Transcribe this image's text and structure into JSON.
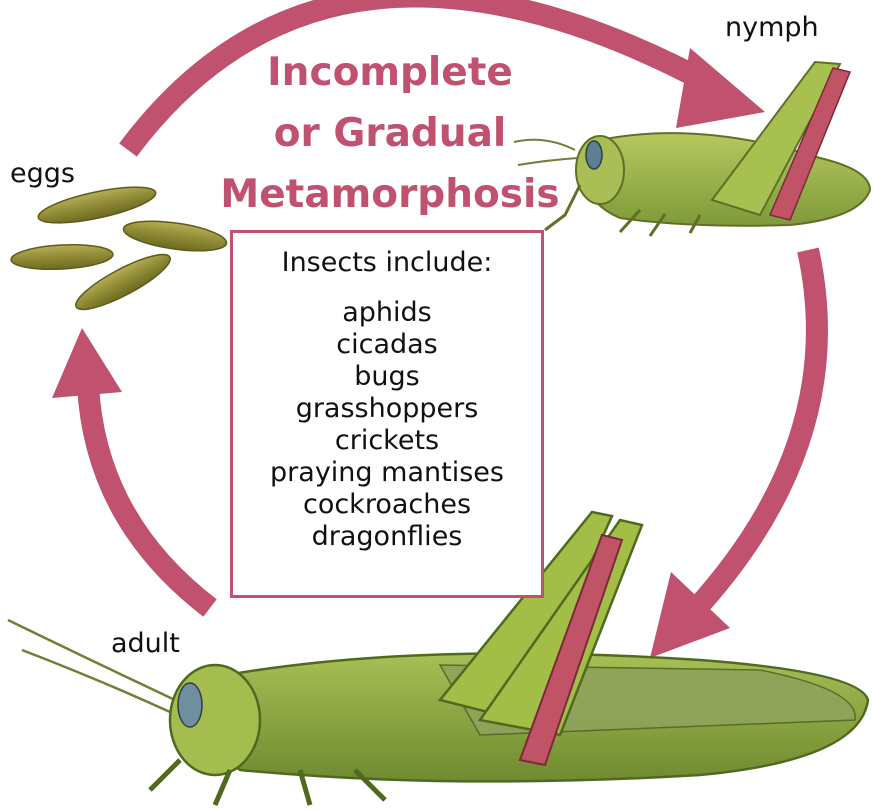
{
  "title": {
    "line1": "Incomplete",
    "line2": "or Gradual",
    "line3": "Metamorphosis"
  },
  "stages": {
    "eggs": "eggs",
    "nymph": "nymph",
    "adult": "adult"
  },
  "info_box": {
    "heading": "Insects include:",
    "insects": [
      "aphids",
      "cicadas",
      "bugs",
      "grasshoppers",
      "crickets",
      "praying mantises",
      "cockroaches",
      "dragonflies"
    ]
  },
  "colors": {
    "accent": "#c0516f",
    "egg": "#8f8a35",
    "grasshopper_green": "#9fb44a"
  }
}
